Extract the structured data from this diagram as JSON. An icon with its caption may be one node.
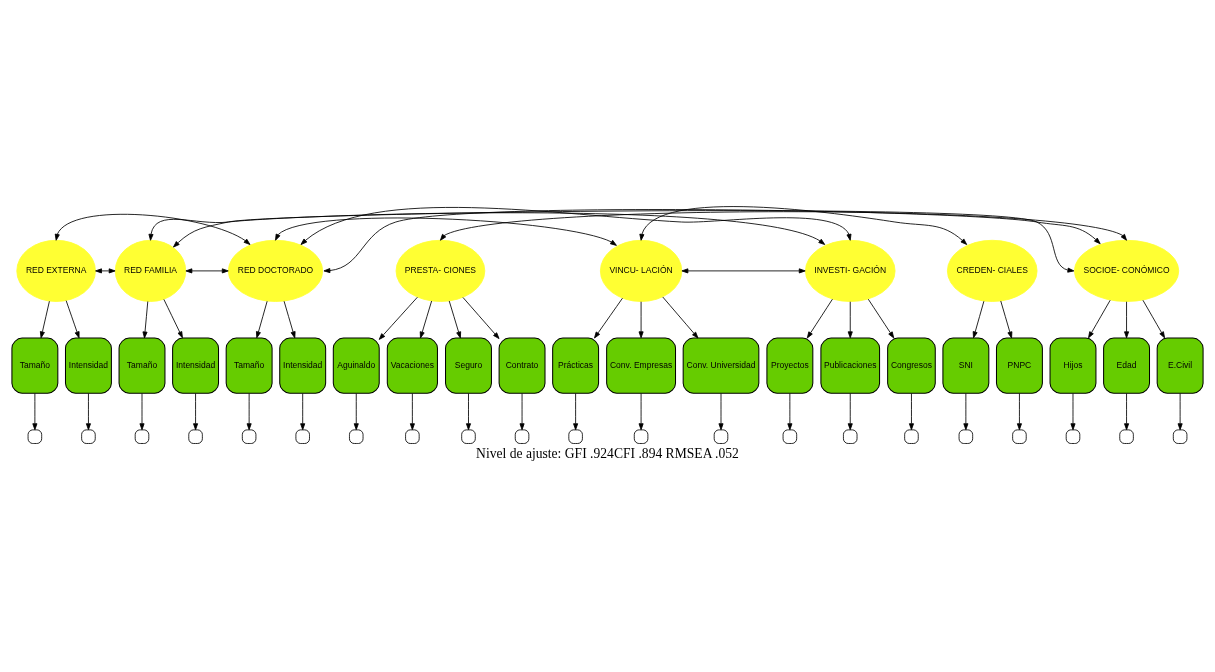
{
  "diagram": {
    "caption": "Nivel de ajuste: GFI .924CFI .894 RMSEA .052",
    "nodes": [
      {
        "text": [
          "RED EXTERNA"
        ]
      },
      {
        "text": [
          "RED FAMILIA"
        ]
      },
      {
        "text": [
          "RED DOCTORADO"
        ]
      },
      {
        "text": [
          "PRESTA- CIONES"
        ]
      },
      {
        "text": [
          "VINCU- LACIÓN"
        ]
      },
      {
        "text": [
          "INVESTI- GACIÓN"
        ]
      },
      {
        "text": [
          "CREDEN- CIALES"
        ]
      },
      {
        "text": [
          "SOCIOE- CONÓMICO"
        ]
      },
      {
        "text": [
          "Tamaño"
        ]
      },
      {
        "text": [
          "Intensidad"
        ]
      },
      {
        "text": [
          "Tamaño"
        ]
      },
      {
        "text": [
          "Intensidad"
        ]
      },
      {
        "text": [
          "Tamaño"
        ]
      },
      {
        "text": [
          "Intensidad"
        ]
      },
      {
        "text": [
          "Aguinaldo"
        ]
      },
      {
        "text": [
          "Vacaciones"
        ]
      },
      {
        "text": [
          "Seguro"
        ]
      },
      {
        "text": [
          "Contrato"
        ]
      },
      {
        "text": [
          "Prácticas"
        ]
      },
      {
        "text": [
          "Conv. Empresas"
        ]
      },
      {
        "text": [
          "Conv. Universidad"
        ]
      },
      {
        "text": [
          "Proyectos"
        ]
      },
      {
        "text": [
          "Publicaciones"
        ]
      },
      {
        "text": [
          "Congresos"
        ]
      },
      {
        "text": [
          "SNI"
        ]
      },
      {
        "text": [
          "PNPC"
        ]
      },
      {
        "text": [
          "Hijos"
        ]
      },
      {
        "text": [
          "Edad"
        ]
      },
      {
        "text": [
          "E.Civil"
        ]
      },
      {
        "text": [],
        "shape": "box"
      },
      {
        "text": [],
        "shape": "box"
      },
      {
        "text": [],
        "shape": "box"
      },
      {
        "text": [],
        "shape": "box"
      },
      {
        "text": [],
        "shape": "box"
      },
      {
        "text": [],
        "shape": "box"
      },
      {
        "text": [],
        "shape": "box"
      },
      {
        "text": [],
        "shape": "box"
      },
      {
        "text": [],
        "shape": "box"
      },
      {
        "text": [],
        "shape": "box"
      },
      {
        "text": [],
        "shape": "box"
      },
      {
        "text": [],
        "shape": "box"
      },
      {
        "text": [],
        "shape": "box"
      },
      {
        "text": [],
        "shape": "box"
      },
      {
        "text": [],
        "shape": "box"
      },
      {
        "text": [],
        "shape": "box"
      },
      {
        "text": [],
        "shape": "box"
      },
      {
        "text": [],
        "shape": "box"
      },
      {
        "text": [],
        "shape": "box"
      },
      {
        "text": [],
        "shape": "box"
      },
      {
        "text": [],
        "shape": "box"
      }
    ],
    "edges": [
      {
        "from": 0,
        "to": 1,
        "arrow": "both"
      },
      {
        "from": 0,
        "to": 2,
        "arrow": "both"
      },
      {
        "from": 1,
        "to": 2,
        "arrow": "both"
      },
      {
        "from": 1,
        "to": 7,
        "arrow": "both"
      },
      {
        "from": 1,
        "to": 5,
        "arrow": "both"
      },
      {
        "from": 2,
        "to": 7,
        "arrow": "both"
      },
      {
        "from": 2,
        "to": 5,
        "arrow": "both"
      },
      {
        "from": 2,
        "to": 4,
        "arrow": "both"
      },
      {
        "from": 3,
        "to": 7,
        "arrow": "both"
      },
      {
        "from": 4,
        "to": 5,
        "arrow": "both"
      },
      {
        "from": 4,
        "to": 6,
        "arrow": "both"
      },
      {
        "from": 0,
        "to": 8,
        "arrow": "to"
      },
      {
        "from": 0,
        "to": 9,
        "arrow": "to"
      },
      {
        "from": 1,
        "to": 10,
        "arrow": "to"
      },
      {
        "from": 1,
        "to": 11,
        "arrow": "to"
      },
      {
        "from": 2,
        "to": 12,
        "arrow": "to"
      },
      {
        "from": 2,
        "to": 13,
        "arrow": "to"
      },
      {
        "from": 3,
        "to": 14,
        "arrow": "to"
      },
      {
        "from": 3,
        "to": 15,
        "arrow": "to"
      },
      {
        "from": 3,
        "to": 16,
        "arrow": "to"
      },
      {
        "from": 3,
        "to": 17,
        "arrow": "to"
      },
      {
        "from": 4,
        "to": 18,
        "arrow": "to"
      },
      {
        "from": 4,
        "to": 19,
        "arrow": "to"
      },
      {
        "from": 4,
        "to": 20,
        "arrow": "to"
      },
      {
        "from": 5,
        "to": 21,
        "arrow": "to"
      },
      {
        "from": 5,
        "to": 22,
        "arrow": "to"
      },
      {
        "from": 5,
        "to": 23,
        "arrow": "to"
      },
      {
        "from": 6,
        "to": 24,
        "arrow": "to"
      },
      {
        "from": 6,
        "to": 25,
        "arrow": "to"
      },
      {
        "from": 7,
        "to": 26,
        "arrow": "to"
      },
      {
        "from": 7,
        "to": 27,
        "arrow": "to"
      },
      {
        "from": 7,
        "to": 28,
        "arrow": "to"
      },
      {
        "from": 8,
        "to": 29,
        "arrow": "to"
      },
      {
        "from": 9,
        "to": 30,
        "arrow": "to"
      },
      {
        "from": 10,
        "to": 31,
        "arrow": "to"
      },
      {
        "from": 11,
        "to": 32,
        "arrow": "to"
      },
      {
        "from": 12,
        "to": 33,
        "arrow": "to"
      },
      {
        "from": 13,
        "to": 34,
        "arrow": "to"
      },
      {
        "from": 14,
        "to": 35,
        "arrow": "to"
      },
      {
        "from": 15,
        "to": 36,
        "arrow": "to"
      },
      {
        "from": 16,
        "to": 37,
        "arrow": "to"
      },
      {
        "from": 17,
        "to": 38,
        "arrow": "to"
      },
      {
        "from": 18,
        "to": 39,
        "arrow": "to"
      },
      {
        "from": 19,
        "to": 40,
        "arrow": "to"
      },
      {
        "from": 20,
        "to": 41,
        "arrow": "to"
      },
      {
        "from": 21,
        "to": 42,
        "arrow": "to"
      },
      {
        "from": 22,
        "to": 43,
        "arrow": "to"
      },
      {
        "from": 23,
        "to": 44,
        "arrow": "to"
      },
      {
        "from": 24,
        "to": 45,
        "arrow": "to"
      },
      {
        "from": 25,
        "to": 46,
        "arrow": "to"
      },
      {
        "from": 26,
        "to": 47,
        "arrow": "to"
      },
      {
        "from": 27,
        "to": 48,
        "arrow": "to"
      },
      {
        "from": 28,
        "to": 49,
        "arrow": "to"
      }
    ]
  }
}
